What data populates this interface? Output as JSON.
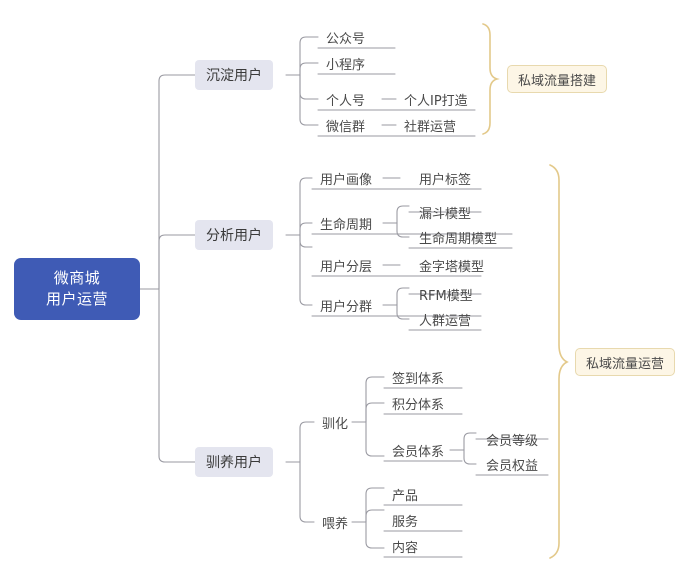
{
  "diagram": {
    "title": "微商城用户运营",
    "colors": {
      "root_fill": "#3f5bb5",
      "root_text": "#ffffff",
      "branch_fill": "#e4e5ef",
      "line": "#9a9aa2",
      "bracket": "#e3c98a",
      "tag_fill": "#fdf6e6",
      "tag_border": "#e8d9ae",
      "text": "#4a4a4a",
      "background": "#ffffff"
    },
    "root": {
      "line1": "微商城",
      "line2": "用户运营"
    },
    "branches": [
      {
        "label": "沉淀用户",
        "children": [
          {
            "label": "公众号",
            "children": []
          },
          {
            "label": "小程序",
            "children": []
          },
          {
            "label": "个人号",
            "children": [
              {
                "label": "个人IP打造"
              }
            ]
          },
          {
            "label": "微信群",
            "children": [
              {
                "label": "社群运营"
              }
            ]
          }
        ]
      },
      {
        "label": "分析用户",
        "children": [
          {
            "label": "用户画像",
            "children": [
              {
                "label": "用户标签"
              }
            ]
          },
          {
            "label": "生命周期",
            "children": [
              {
                "label": "漏斗模型"
              },
              {
                "label": "生命周期模型"
              }
            ]
          },
          {
            "label": "用户分层",
            "children": [
              {
                "label": "金字塔模型"
              }
            ]
          },
          {
            "label": "用户分群",
            "children": [
              {
                "label": "RFM模型"
              },
              {
                "label": "人群运营"
              }
            ]
          }
        ]
      },
      {
        "label": "驯养用户",
        "children": [
          {
            "label": "驯化",
            "children": [
              {
                "label": "签到体系",
                "children": []
              },
              {
                "label": "积分体系",
                "children": []
              },
              {
                "label": "会员体系",
                "children": [
                  {
                    "label": "会员等级"
                  },
                  {
                    "label": "会员权益"
                  }
                ]
              }
            ]
          },
          {
            "label": "喂养",
            "children": [
              {
                "label": "产品",
                "children": []
              },
              {
                "label": "服务",
                "children": []
              },
              {
                "label": "内容",
                "children": []
              }
            ]
          }
        ]
      }
    ],
    "group_tags": [
      {
        "label": "私域流量搭建"
      },
      {
        "label": "私域流量运营"
      }
    ]
  }
}
